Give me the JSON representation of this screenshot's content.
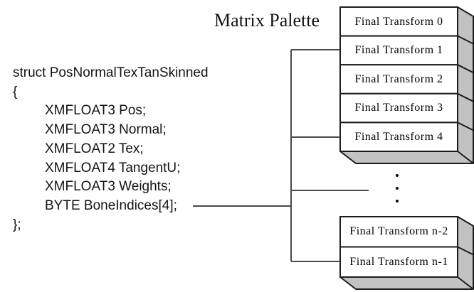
{
  "title": "Matrix Palette",
  "code": {
    "lines": [
      "struct PosNormalTexTanSkinned",
      "{",
      "XMFLOAT3 Pos;",
      "XMFLOAT3 Normal;",
      "XMFLOAT2 Tex;",
      "XMFLOAT4 TangentU;",
      "XMFLOAT3 Weights;",
      "BYTE BoneIndices[4];",
      "};"
    ]
  },
  "palette": {
    "top_boxes": [
      "Final Transform 0",
      "Final Transform 1",
      "Final Transform 2",
      "Final Transform 3",
      "Final Transform 4"
    ],
    "ellipsis": "•\n•\n•",
    "bottom_boxes": [
      "Final Transform n-2",
      "Final Transform n-1"
    ]
  },
  "colors": {
    "background": "#ffffff",
    "box-fill": "#ffffff",
    "box-border": "#1c1c1c",
    "shadow-fill": "#c2c2c2",
    "connector": "#4a4a4a",
    "text": "#141414"
  }
}
